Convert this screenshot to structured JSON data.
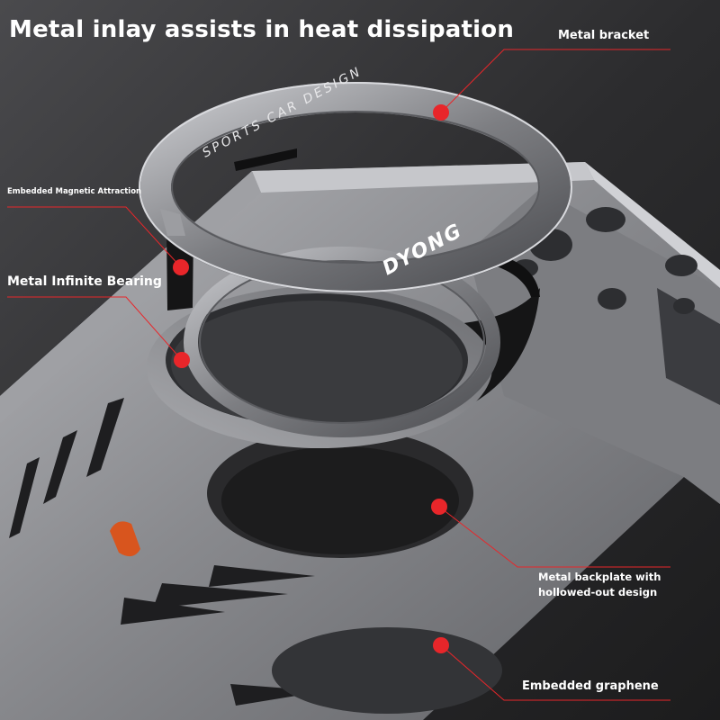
{
  "headline": "Metal inlay assists in heat dissipation",
  "callouts": {
    "metal_bracket": "Metal bracket",
    "magnetic": "Embedded Magnetic Attraction",
    "bearing": "Metal Infinite Bearing",
    "backplate_line1": "Metal backplate with",
    "backplate_line2": "hollowed-out design",
    "graphene": "Embedded graphene"
  },
  "ring_text": {
    "outer": "SPORTS CAR DESIGN",
    "brand": "DYONG"
  },
  "colors": {
    "marker": "#e8262a",
    "background": "#2a2a2c",
    "metal": "#8e8f93",
    "accent_button": "#d8551e"
  }
}
